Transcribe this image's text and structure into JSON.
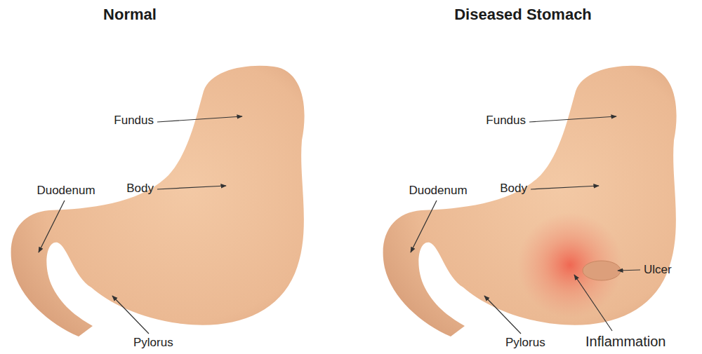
{
  "diagram": {
    "labels": [
      "Normal",
      "Diseased Stomach",
      "Fundus",
      "Body",
      "Duodenum",
      "Pylorus",
      "Fundus",
      "Body",
      "Duodenum",
      "Pylorus",
      "Ulcer",
      "Inflammation"
    ]
  }
}
